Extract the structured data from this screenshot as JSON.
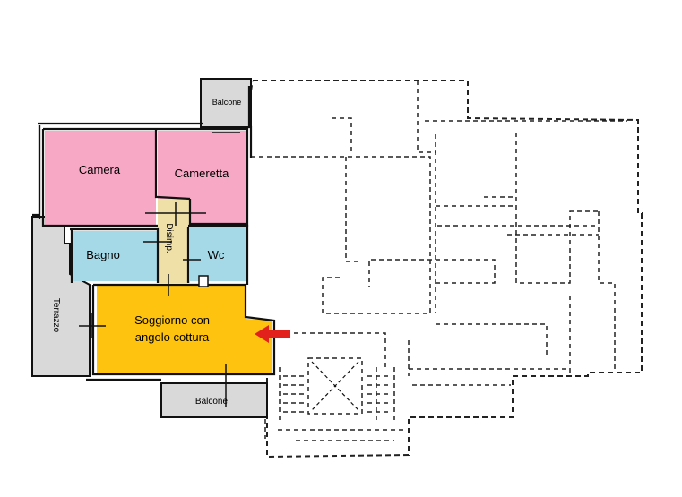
{
  "rooms": {
    "camera": "Camera",
    "cameretta": "Cameretta",
    "disimpegno": "Disimp.",
    "bagno": "Bagno",
    "wc": "Wc",
    "soggiorno_line1": "Soggiorno con",
    "soggiorno_line2": "angolo cottura",
    "terrazzo": "Terrazzo",
    "balcone_top": "Balcone",
    "balcone_bottom": "Balcone"
  },
  "colors": {
    "camere": "#f6a8c5",
    "bagni": "#a5d9e8",
    "disimpegno": "#efe0a8",
    "soggiorno": "#fec30e",
    "esterni": "#d9d9d9",
    "arrow": "#e3211c"
  },
  "arrow": {
    "icon": "red-arrow-left-icon"
  }
}
